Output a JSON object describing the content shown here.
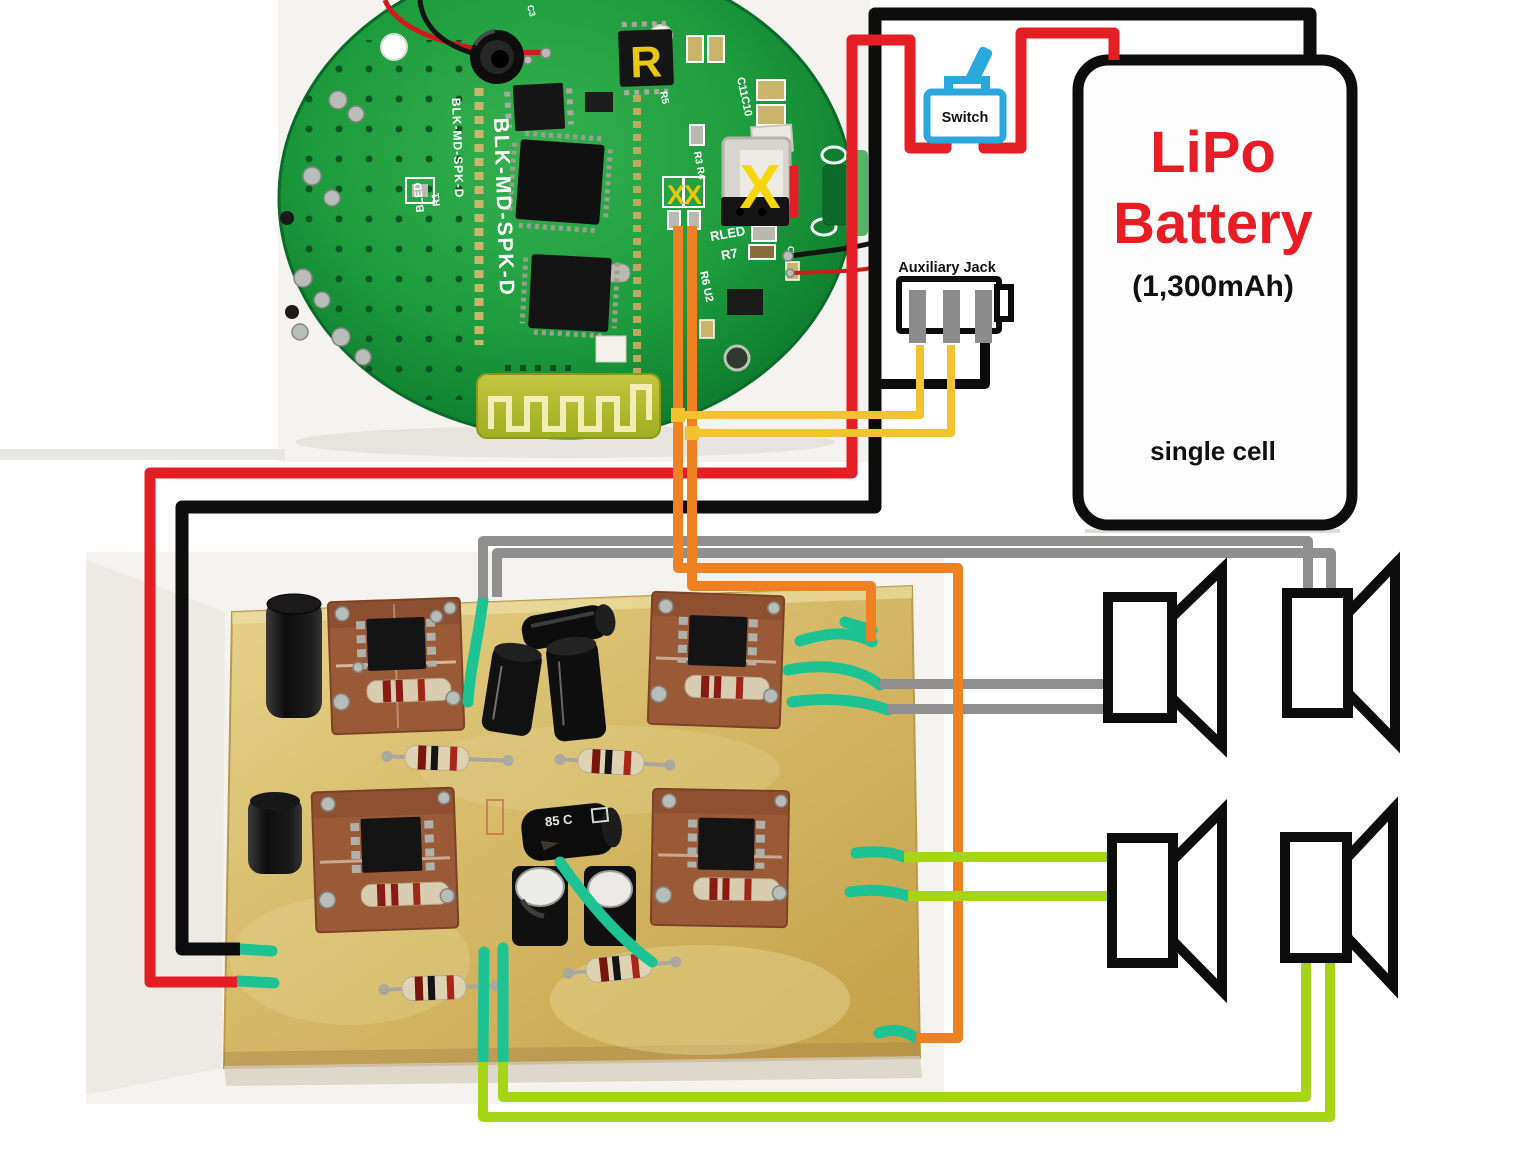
{
  "battery": {
    "title_line1": "LiPo",
    "title_line2": "Battery",
    "capacity": "(1,300mAh)",
    "cell": "single cell"
  },
  "power_switch": {
    "label": "Switch"
  },
  "aux_jack": {
    "label": "Auxiliary Jack"
  },
  "bt_board": {
    "module_name": "BLK-MD-SPK-D",
    "module_name_large": "BLK-MD-SPK-D",
    "chip_r": "R",
    "button_x": "X",
    "pad_marks": "XX",
    "silk_c3": "C3",
    "silk_bled": "BLED",
    "silk_r1": "R1",
    "silk_r5": "R5",
    "silk_r3r4": "R3 R4",
    "silk_c11c10": "C11C10",
    "silk_rled": "RLED",
    "silk_r7": "R7",
    "silk_r6u2": "R6 U2",
    "silk_c8": "C8"
  },
  "amp_board": {
    "cap_label": "85 C"
  },
  "speakers": [
    {
      "id": "top-left",
      "wire_color": "gray"
    },
    {
      "id": "top-right",
      "wire_color": "gray"
    },
    {
      "id": "bottom-left",
      "wire_color": "lime"
    },
    {
      "id": "bottom-right",
      "wire_color": "lime"
    }
  ],
  "colors": {
    "wire_red": "#e31e24",
    "wire_black": "#0c0c0c",
    "wire_orange": "#f08122",
    "wire_yellow": "#f3c230",
    "wire_gray": "#8f8f8f",
    "wire_lime": "#a6d515",
    "jumper_teal": "#1dc393",
    "switch_blue": "#2aa7dd",
    "battery_text_red": "#e81c24",
    "pcb_green": "#1d9c3d",
    "amp_board_tan": "#d6ba68"
  }
}
